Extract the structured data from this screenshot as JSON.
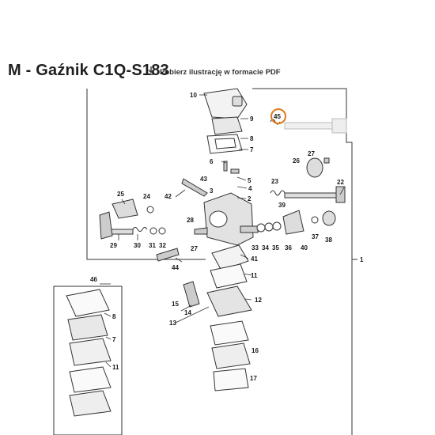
{
  "title": "M - Gaźnik C1Q-S183",
  "download_label": "Pobierz ilustrację w formacie PDF",
  "icons": {
    "download": "download-icon"
  },
  "highlight_color": "#e07b1a",
  "highlighted_part": "45",
  "main_group_label": "1",
  "callouts": {
    "n10": "10",
    "n45": "45",
    "n9": "9",
    "n8a": "8",
    "n27a": "27",
    "n26": "26",
    "n7a": "7",
    "n6": "6",
    "n5": "5",
    "n43": "43",
    "n4": "4",
    "n3": "3",
    "n42": "42",
    "n2": "2",
    "n23": "23",
    "n22": "22",
    "n25": "25",
    "n24": "24",
    "n39": "39",
    "n28": "28",
    "n29": "29",
    "n30": "30",
    "n31": "31",
    "n32": "32",
    "n27b": "27",
    "n33": "33",
    "n34": "34",
    "n35": "35",
    "n36": "36",
    "n40": "40",
    "n37": "37",
    "n38": "38",
    "n1": "1",
    "n44": "44",
    "n41": "41",
    "n46": "46",
    "n11a": "11",
    "n15": "15",
    "n12": "12",
    "n14": "14",
    "n13": "13",
    "n8b": "8",
    "n7b": "7",
    "n11b": "11",
    "n16": "16",
    "n17": "17"
  }
}
